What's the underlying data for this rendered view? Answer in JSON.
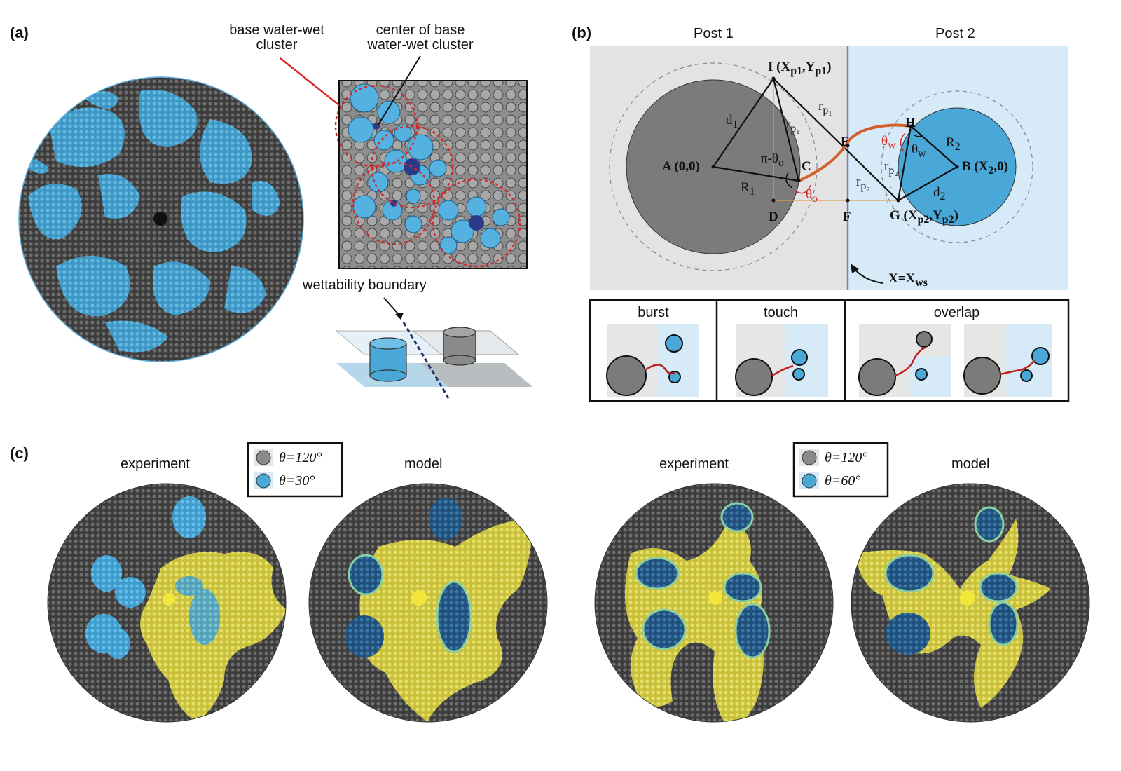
{
  "panel_a": {
    "label": "(a)",
    "callout_cluster": "base water-wet\ncluster",
    "callout_center": "center of base\nwater-wet cluster",
    "wettability_label": "wettability boundary"
  },
  "panel_b": {
    "label": "(b)",
    "post1": "Post 1",
    "post2": "Post 2",
    "points": {
      "I": "I (X",
      "I_sub1": "p1",
      "I_mid": ",Y",
      "I_sub2": "p1",
      "I_end": ")",
      "A": "A (0,0)",
      "C": "C",
      "D": "D",
      "E": "E",
      "F": "F",
      "H": "H",
      "B": "B (X",
      "B_sub": "2",
      "B_end": ",0)",
      "G": "G (X",
      "G_sub1": "p2",
      "G_mid": ",Y",
      "G_sub2": "p2",
      "G_end": ")"
    },
    "labels": {
      "d1": "d",
      "d1_sub": "1",
      "R1": "R",
      "R1_sub": "1",
      "rp1_a": "r",
      "rp1_a_sub": "p₁",
      "rp1_b": "r",
      "rp1_b_sub": "p₁",
      "pi_theta": "π-θ",
      "pi_theta_sub": "o",
      "theta_o": "θ",
      "theta_o_sub": "o",
      "theta_w_red": "θ",
      "theta_w_red_sub": "w",
      "theta_w": "θ",
      "theta_w_sub": "w",
      "R2": "R",
      "R2_sub": "2",
      "d2": "d",
      "d2_sub": "2",
      "rp2_a": "r",
      "rp2_a_sub": "p₂",
      "rp2_b": "r",
      "rp2_b_sub": "p₂",
      "xws": "X=X",
      "xws_sub": "ws"
    },
    "modes": [
      "burst",
      "touch",
      "overlap"
    ]
  },
  "panel_c": {
    "label": "(c)",
    "experiment": "experiment",
    "model": "model",
    "legend1": {
      "gray": "θ=120°",
      "blue": "θ=30°"
    },
    "legend2": {
      "gray": "θ=120°",
      "blue": "θ=60°"
    }
  },
  "colors": {
    "hydrophobic_gray": "#8a8a8a",
    "dark_gray": "#3a3a3a",
    "water_wet_blue": "#4aa8d8",
    "blue_bg": "#d6ebf7",
    "gray_bg": "#e3e3e3",
    "yellow_invasion": "#d8d24a",
    "red_meniscus": "#d2452a",
    "dark_blue": "#2b4a9a"
  }
}
